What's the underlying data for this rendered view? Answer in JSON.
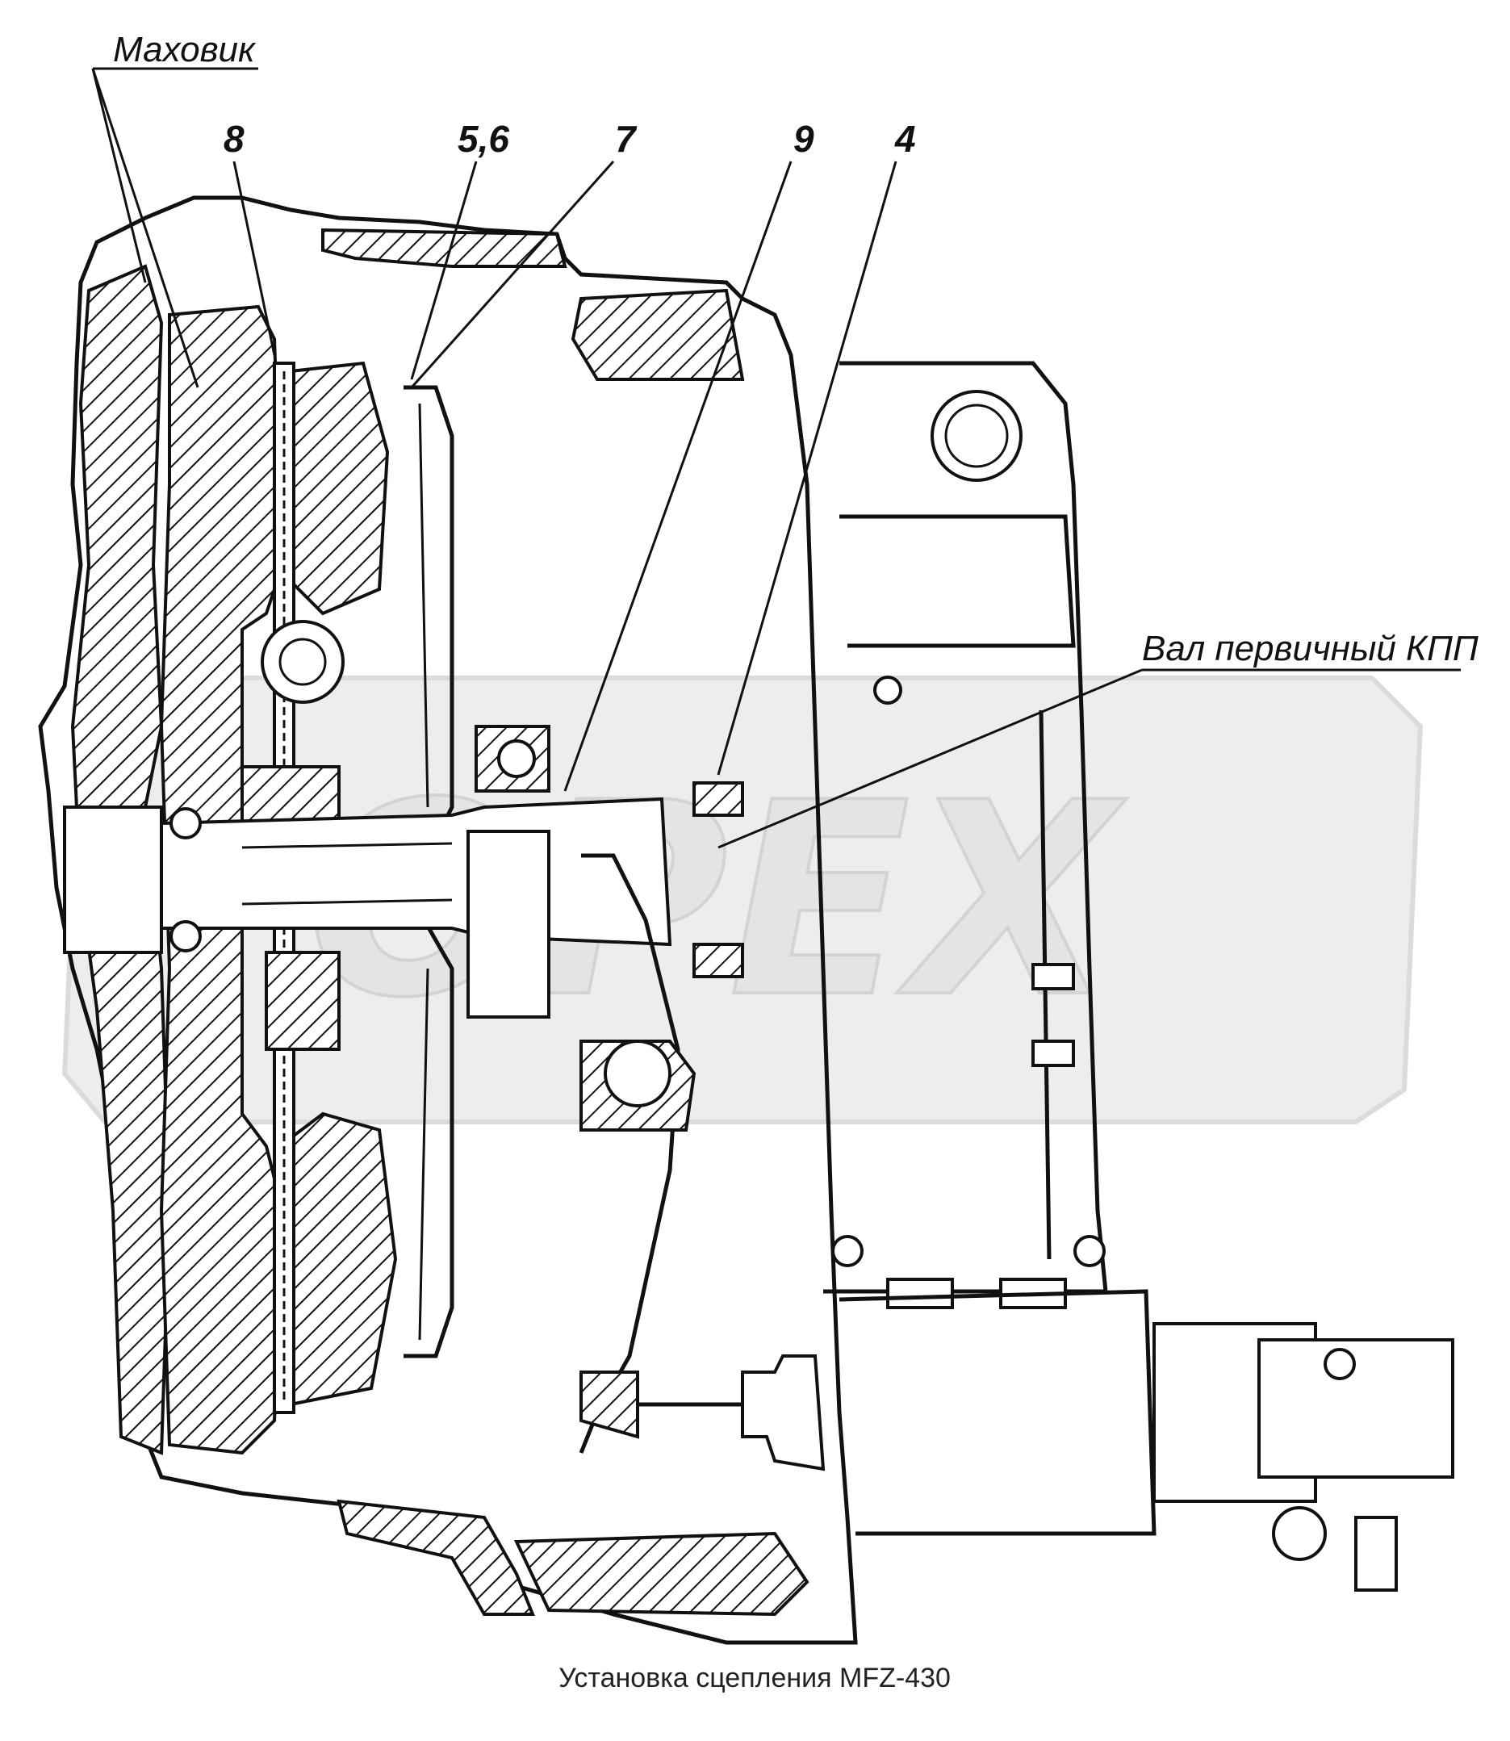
{
  "labels": {
    "flywheel": "Маховик",
    "input_shaft": "Вал первичный КПП",
    "n8": "8",
    "n56": "5,6",
    "n7": "7",
    "n9": "9",
    "n4": "4"
  },
  "caption": "Установка сцепления MFZ-430",
  "watermark": "OPEX",
  "colors": {
    "line": "#111111",
    "watermark": "#e2e2e2",
    "background": "#ffffff"
  }
}
